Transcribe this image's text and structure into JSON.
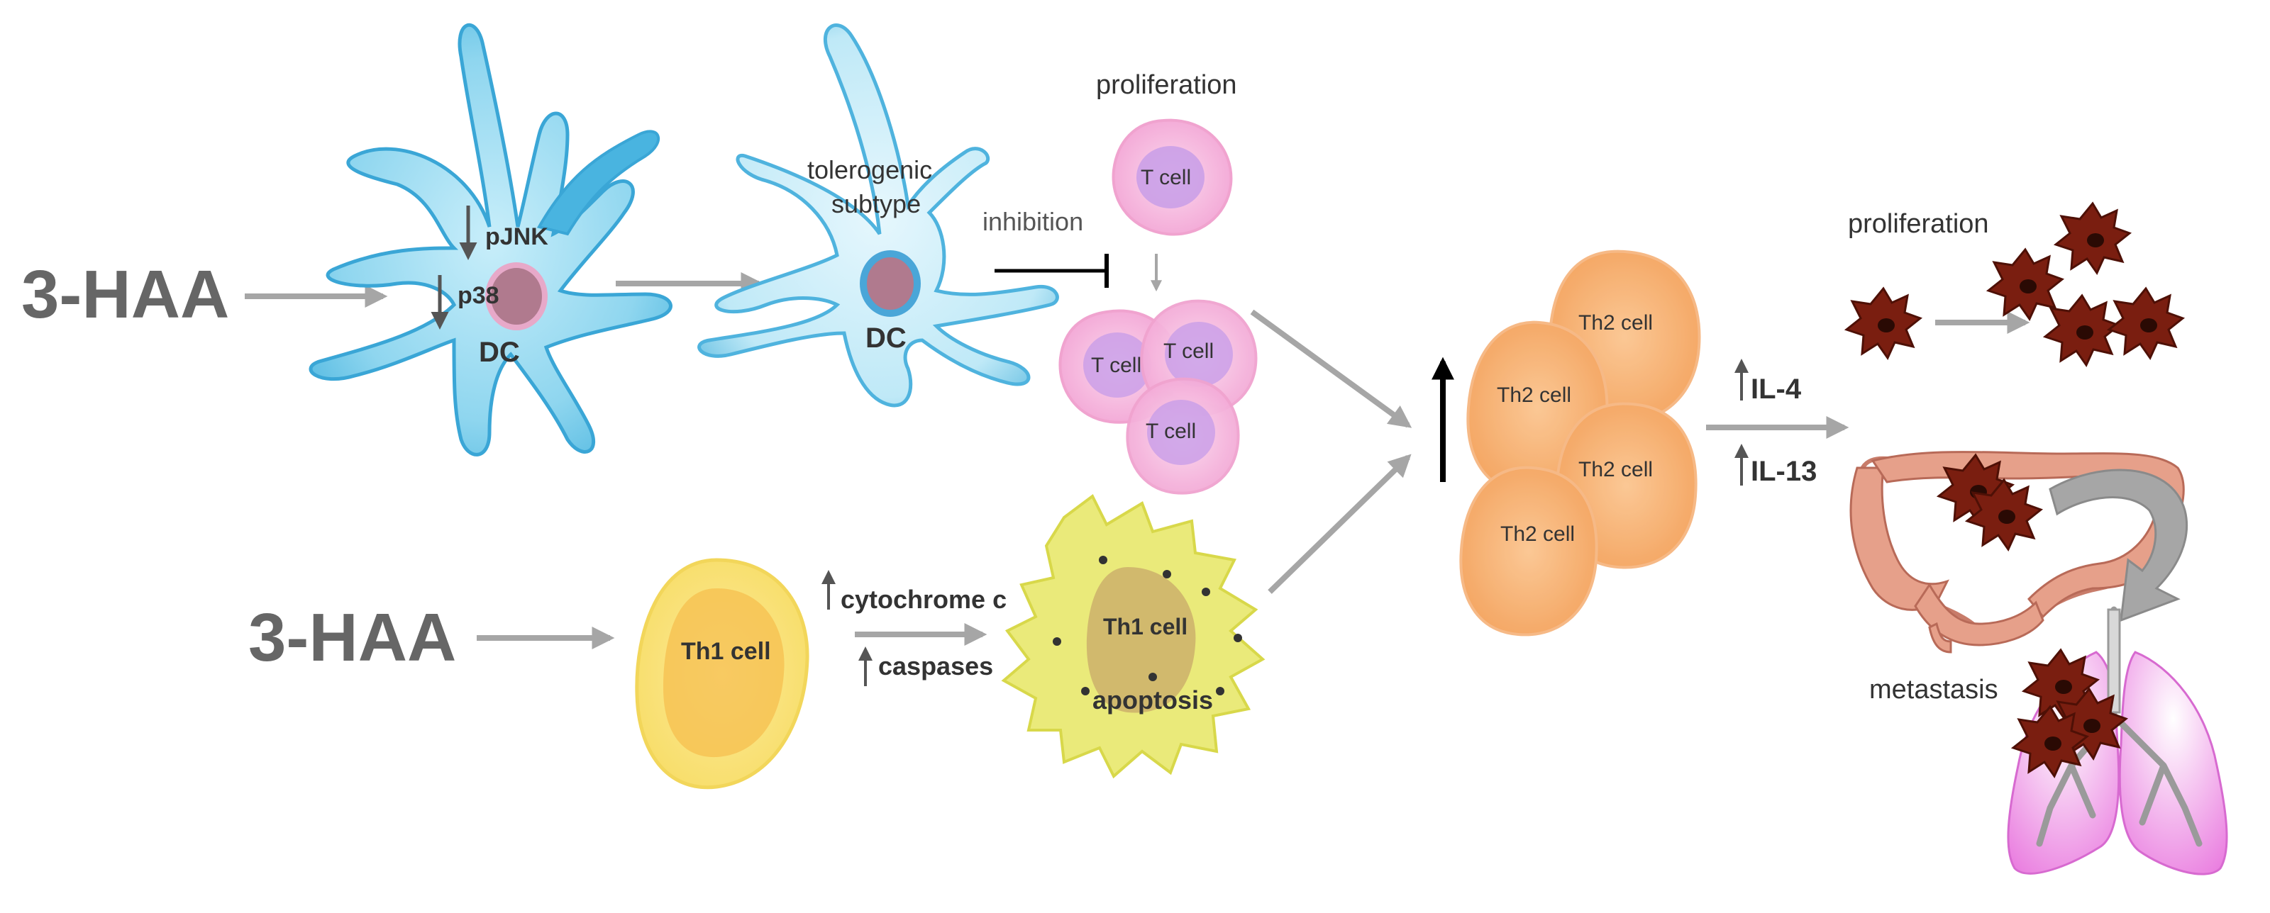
{
  "labels": {
    "haa_top": "3-HAA",
    "haa_bottom": "3-HAA",
    "pjnk": "pJNK",
    "p38": "p38",
    "dc_1": "DC",
    "dc_2": "DC",
    "tolerogenic": "tolerogenic",
    "subtype": "subtype",
    "inhibition": "inhibition",
    "proliferation_t": "proliferation",
    "t_cell_top": "T cell",
    "t_cell_a": "T cell",
    "t_cell_b": "T cell",
    "t_cell_c": "T cell",
    "th1_cell_1": "Th1 cell",
    "th1_cell_2": "Th1 cell",
    "cytochrome": "cytochrome c",
    "caspases": "caspases",
    "apoptosis": "apoptosis",
    "th2_a": "Th2 cell",
    "th2_b": "Th2 cell",
    "th2_c": "Th2 cell",
    "th2_d": "Th2 cell",
    "il4": "IL-4",
    "il13": "IL-13",
    "proliferation_tumor": "proliferation",
    "metastasis": "metastasis"
  },
  "colors": {
    "dc_fill": "#8fd6ef",
    "dc_edge": "#3aa6d6",
    "nucleus": "#b07a8e",
    "t_cell_fill": "#f6bde0",
    "t_cell_nucleus": "#c89ee8",
    "th1_fill": "#fbe37a",
    "th1_nucleus": "#f6bf4f",
    "apoptotic_fill": "#eaea7a",
    "th2_fill": "#f8b070",
    "tumor": "#7a1e10",
    "colon": "#e6a08a",
    "lung": "#f08ce8",
    "arrow_gray": "#a6a6a6"
  }
}
